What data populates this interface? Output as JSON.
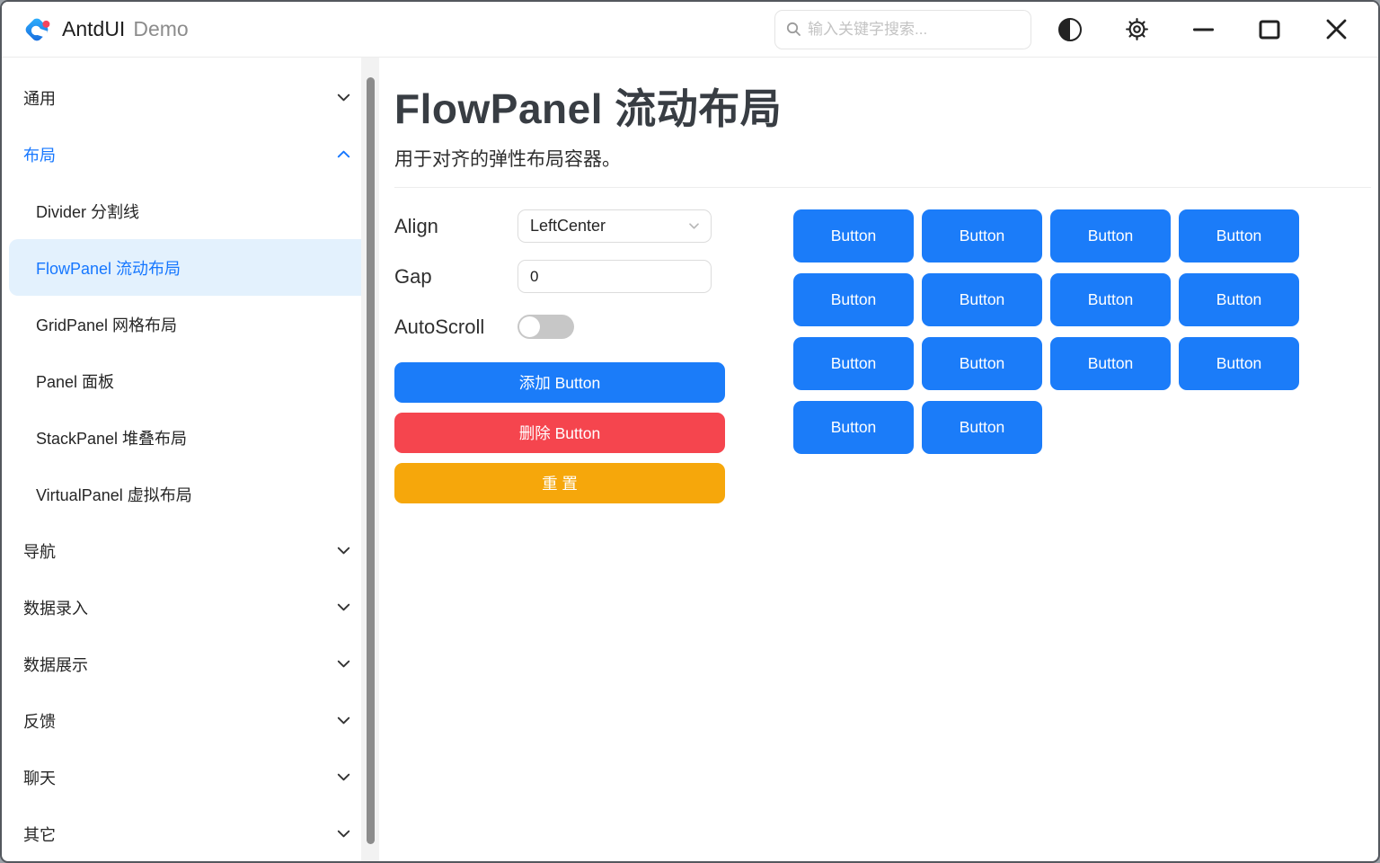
{
  "window": {
    "title_primary": "AntdUI",
    "title_secondary": "Demo"
  },
  "header": {
    "search": {
      "placeholder": "输入关键字搜索...",
      "icon": "search-icon"
    },
    "icons": [
      "theme-contrast-icon",
      "settings-gear-icon",
      "minimize-icon",
      "maximize-icon",
      "close-icon"
    ]
  },
  "sidebar": {
    "items": [
      {
        "label": "通用",
        "type": "group",
        "state": "collapsed"
      },
      {
        "label": "布局",
        "type": "group",
        "state": "expanded",
        "active": true
      },
      {
        "label": "Divider 分割线",
        "type": "child"
      },
      {
        "label": "FlowPanel 流动布局",
        "type": "child",
        "selected": true
      },
      {
        "label": "GridPanel 网格布局",
        "type": "child"
      },
      {
        "label": "Panel 面板",
        "type": "child"
      },
      {
        "label": "StackPanel 堆叠布局",
        "type": "child"
      },
      {
        "label": "VirtualPanel 虚拟布局",
        "type": "child"
      },
      {
        "label": "导航",
        "type": "group",
        "state": "collapsed"
      },
      {
        "label": "数据录入",
        "type": "group",
        "state": "collapsed"
      },
      {
        "label": "数据展示",
        "type": "group",
        "state": "collapsed"
      },
      {
        "label": "反馈",
        "type": "group",
        "state": "collapsed"
      },
      {
        "label": "聊天",
        "type": "group",
        "state": "collapsed"
      },
      {
        "label": "其它",
        "type": "group",
        "state": "collapsed"
      }
    ]
  },
  "page": {
    "title": "FlowPanel 流动布局",
    "subtitle": "用于对齐的弹性布局容器。",
    "controls": {
      "align_label": "Align",
      "align_value": "LeftCenter",
      "gap_label": "Gap",
      "gap_value": "0",
      "autoscroll_label": "AutoScroll",
      "autoscroll_state": "off"
    },
    "actions": {
      "add": "添加 Button",
      "remove": "删除 Button",
      "reset": "重 置"
    },
    "flow_buttons": [
      "Button",
      "Button",
      "Button",
      "Button",
      "Button",
      "Button",
      "Button",
      "Button",
      "Button",
      "Button",
      "Button",
      "Button",
      "Button",
      "Button"
    ]
  },
  "colors": {
    "primary": "#1b7cf9",
    "danger": "#f5454e",
    "warning": "#f6a70b",
    "selected_item_bg": "#e3f1fd",
    "selected_item_text": "#1677ff"
  }
}
